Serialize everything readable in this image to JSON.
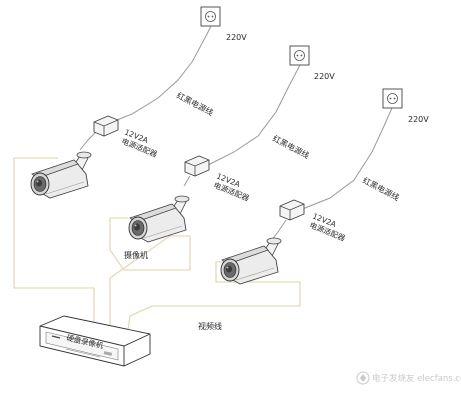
{
  "diagram": {
    "outlets": [
      {
        "voltage": "220V",
        "cable": "红黑电源线",
        "adapter": "12V2A",
        "adapter_name": "电源适配器"
      },
      {
        "voltage": "220V",
        "cable": "红黑电源线",
        "adapter": "12V2A",
        "adapter_name": "电源适配器"
      },
      {
        "voltage": "220V",
        "cable": "红黑电源线",
        "adapter": "12V2A",
        "adapter_name": "电源适配器"
      }
    ],
    "camera_label": "摄像机",
    "video_cable_label": "视频线",
    "recorder_label": "硬盘录像机",
    "watermark": "电子发烧友 elecfans.com"
  }
}
